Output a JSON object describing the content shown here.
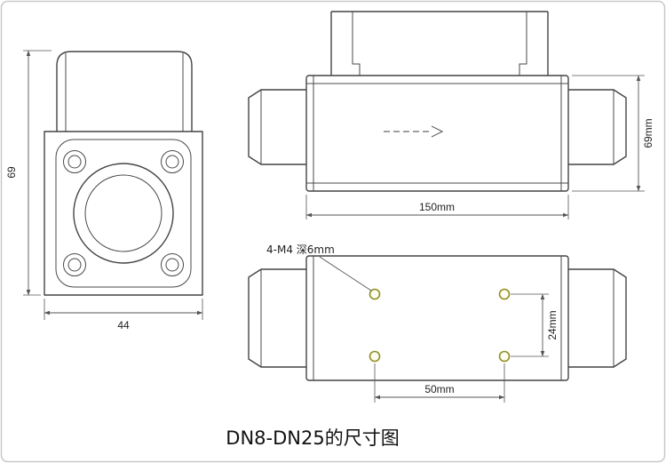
{
  "title": "DN8-DN25的尺寸图",
  "front_view": {
    "height_label": "69",
    "width_label": "44"
  },
  "side_view": {
    "length_label": "150mm",
    "height_label": "69mm",
    "flow_icon": "dashed-arrow-right"
  },
  "bottom_view": {
    "thread_label": "4-M4 深6mm",
    "vertical_spacing_label": "24mm",
    "horizontal_spacing_label": "50mm"
  },
  "colors": {
    "line": "#444444",
    "dimension": "#555555",
    "hole_accent": "#8f8f1f",
    "background": "#ffffff",
    "border": "#c9c9c9"
  }
}
